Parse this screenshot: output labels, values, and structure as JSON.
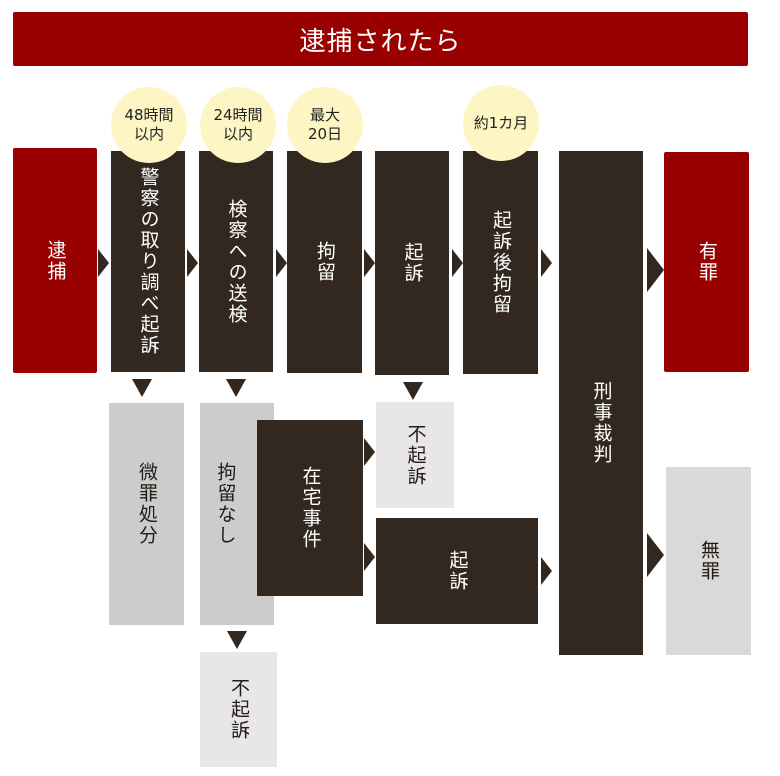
{
  "title": "逮捕されたら",
  "timing_badges": [
    {
      "line1": "48時間",
      "line2": "以内"
    },
    {
      "line1": "24時間",
      "line2": "以内"
    },
    {
      "line1": "最大",
      "line2": "20日"
    },
    {
      "line1": "約1カ月",
      "line2": ""
    }
  ],
  "main_flow": [
    {
      "label": "逮捕"
    },
    {
      "label": "警察の取り調べ起訴"
    },
    {
      "label": "検察への送検"
    },
    {
      "label": "拘留"
    },
    {
      "label": "起訴"
    },
    {
      "label": "起訴後拘留"
    },
    {
      "label": "刑事裁判"
    }
  ],
  "outcomes": {
    "guilty": "有罪",
    "not_guilty": "無罪"
  },
  "branches": {
    "minor_offense": "微罪処分",
    "no_detention": "拘留なし",
    "at_home_case": "在宅事件",
    "non_prosecution_upper": "不起訴",
    "prosecution_lower": "起訴",
    "non_prosecution_bottom": "不起訴"
  },
  "colors": {
    "accent_red": "#990000",
    "dark_box": "#32281f",
    "badge_yellow": "#fdf5c3",
    "grey_box": "#cccccc",
    "light_box": "#e8e6e7",
    "not_guilty_box": "#d9d9d9"
  }
}
